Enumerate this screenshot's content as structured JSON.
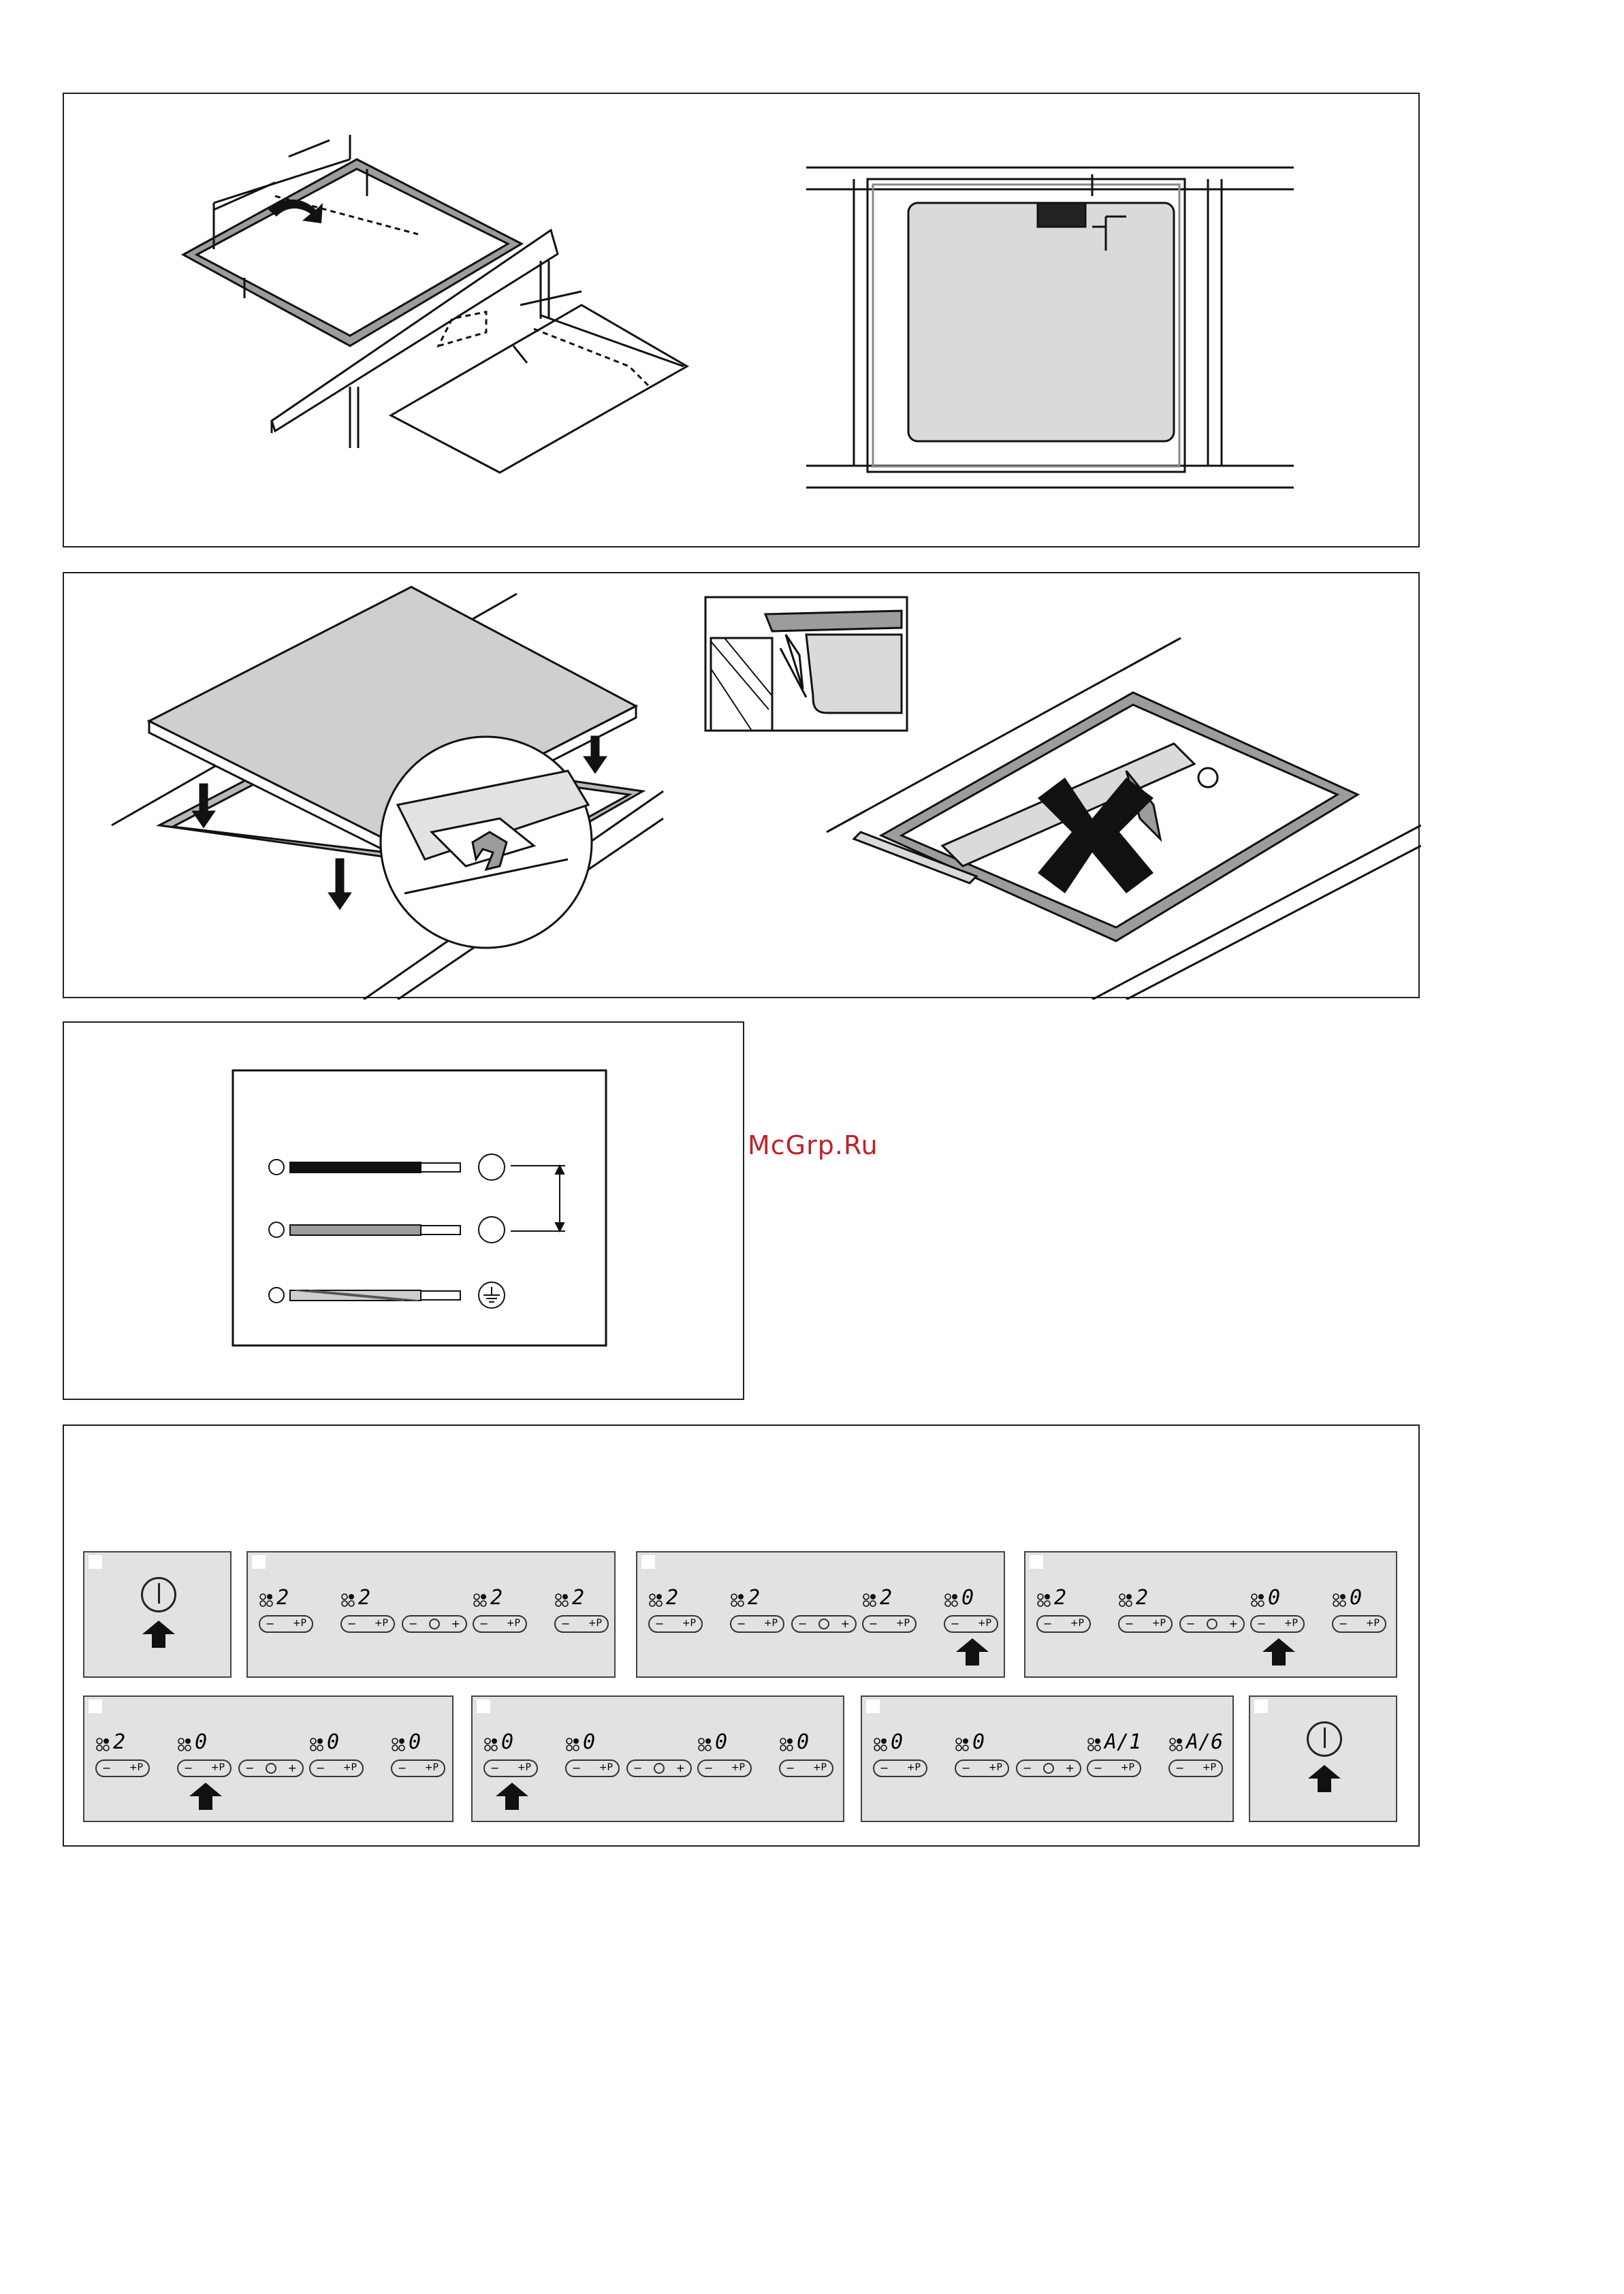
{
  "watermark": "McGrp.Ru",
  "control_sequence": {
    "row1": [
      {
        "zones": [],
        "power": true
      },
      {
        "zones": [
          "2",
          "2",
          "2",
          "2"
        ],
        "timer": true,
        "arrow_zone": null
      },
      {
        "zones": [
          "2",
          "2",
          "2",
          "0"
        ],
        "timer": true,
        "arrow_zone": 3
      },
      {
        "zones": [
          "2",
          "2",
          "0",
          "0"
        ],
        "timer": true,
        "arrow_zone": 2
      }
    ],
    "row2": [
      {
        "zones": [
          "2",
          "0",
          "0",
          "0"
        ],
        "timer": true,
        "arrow_zone": 1
      },
      {
        "zones": [
          "0",
          "0",
          "0",
          "0"
        ],
        "timer": true,
        "arrow_zone": 0
      },
      {
        "zones": [
          "0",
          "0",
          "A/1",
          "A/6"
        ],
        "timer": true,
        "arrow_zone": null
      },
      {
        "zones": [],
        "power": true
      }
    ]
  },
  "colors": {
    "panel_gray": "#e2e2e2",
    "countertop_gray": "#b8b8b8",
    "watermark_red": "#c0202a"
  }
}
